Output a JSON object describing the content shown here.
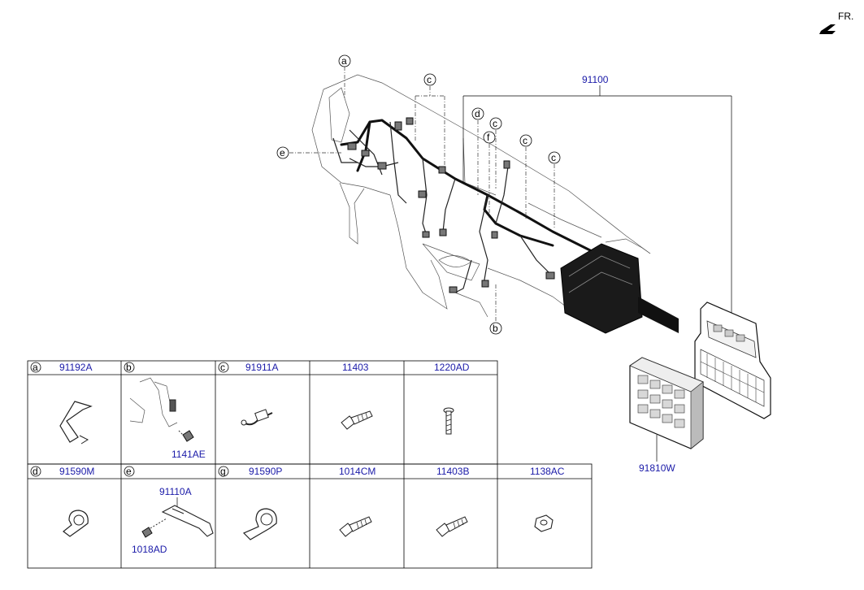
{
  "direction": {
    "label": "FR."
  },
  "main_callouts": {
    "harness": "91100",
    "junction_box": "91810W",
    "bracket": "a",
    "clip_c1": "c",
    "clip_d": "d",
    "clip_f": "f",
    "clip_c2": "c",
    "clip_c3": "c",
    "clip_c4": "c",
    "bracket_e": "e",
    "clip_b": "b"
  },
  "parts_table": {
    "row1": [
      {
        "letter": "a",
        "code": "91192A"
      },
      {
        "letter": "b",
        "code": ""
      },
      {
        "letter": "c",
        "code": "91911A"
      },
      {
        "letter": "",
        "code": "11403"
      },
      {
        "letter": "",
        "code": "1220AD"
      }
    ],
    "row2": [
      {
        "letter": "d",
        "code": "91590M"
      },
      {
        "letter": "e",
        "code": ""
      },
      {
        "letter": "g",
        "code": "91590P"
      },
      {
        "letter": "",
        "code": "1014CM"
      },
      {
        "letter": "",
        "code": "11403B"
      },
      {
        "letter": "",
        "code": "1138AC"
      }
    ],
    "sub_labels": {
      "b_screw": "1141AE",
      "e_bracket": "91110A",
      "e_bolt": "1018AD"
    }
  }
}
